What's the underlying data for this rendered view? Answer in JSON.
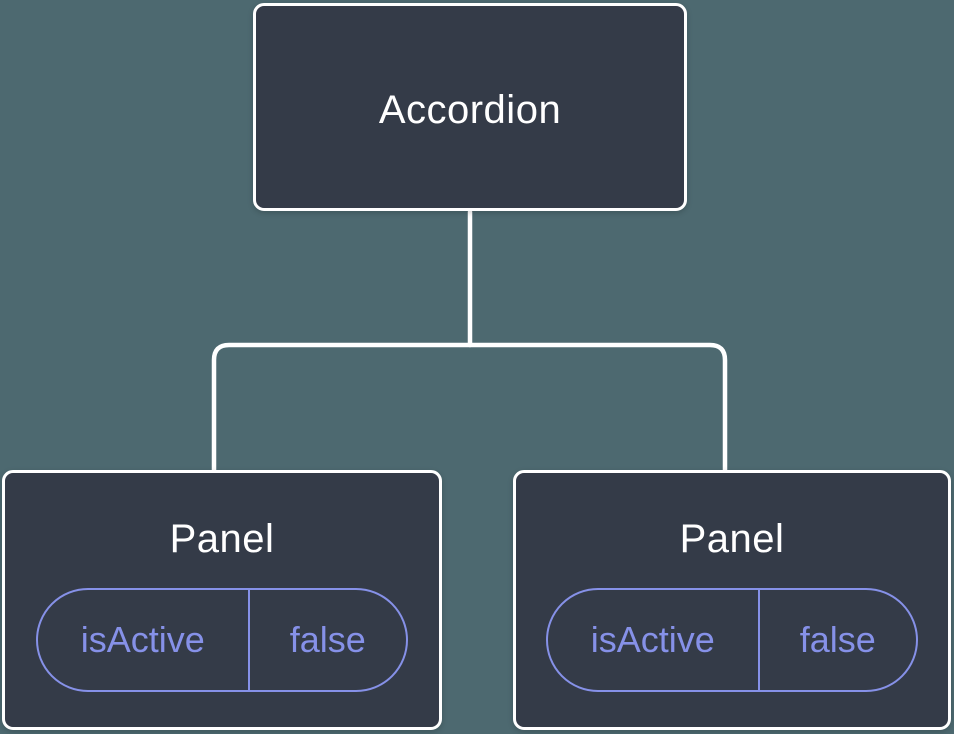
{
  "diagram": {
    "description": "component-tree-with-state",
    "root": {
      "label": "Accordion"
    },
    "panels": [
      {
        "label": "Panel",
        "state_key": "isActive",
        "state_value": "false"
      },
      {
        "label": "Panel",
        "state_key": "isActive",
        "state_value": "false"
      }
    ]
  },
  "colors": {
    "background": "#4d6970",
    "node_fill": "#343b48",
    "node_border": "#ffffff",
    "node_text": "#ffffff",
    "connector": "#ffffff",
    "state_accent": "#8691e8"
  }
}
